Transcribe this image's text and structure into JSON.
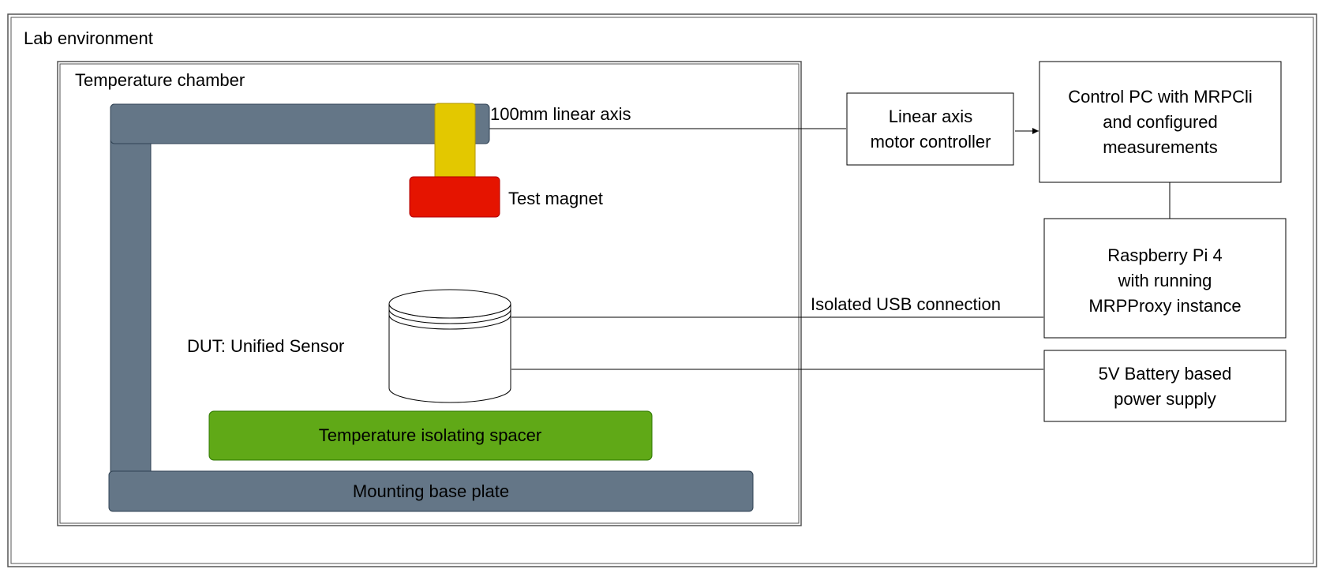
{
  "labels": {
    "lab_environment": "Lab environment",
    "temperature_chamber": "Temperature chamber",
    "linear_axis": "100mm linear axis",
    "test_magnet": "Test magnet",
    "dut": "DUT: Unified Sensor",
    "spacer": "Temperature isolating spacer",
    "base_plate": "Mounting base plate",
    "usb_connection": "Isolated USB connection"
  },
  "boxes": {
    "motor_controller": [
      "Linear axis",
      "motor controller"
    ],
    "control_pc": [
      "Control PC with MRPCli",
      "and configured",
      "measurements"
    ],
    "raspberry_pi": [
      "Raspberry Pi 4",
      "with running",
      "MRPProxy instance"
    ],
    "power_supply": [
      "5V Battery based",
      "power supply"
    ]
  },
  "colors": {
    "frame_gray": "#647687",
    "axis_yellow": "#e3c800",
    "magnet_red": "#e51400",
    "spacer_green": "#60a917",
    "line": "#000000"
  }
}
